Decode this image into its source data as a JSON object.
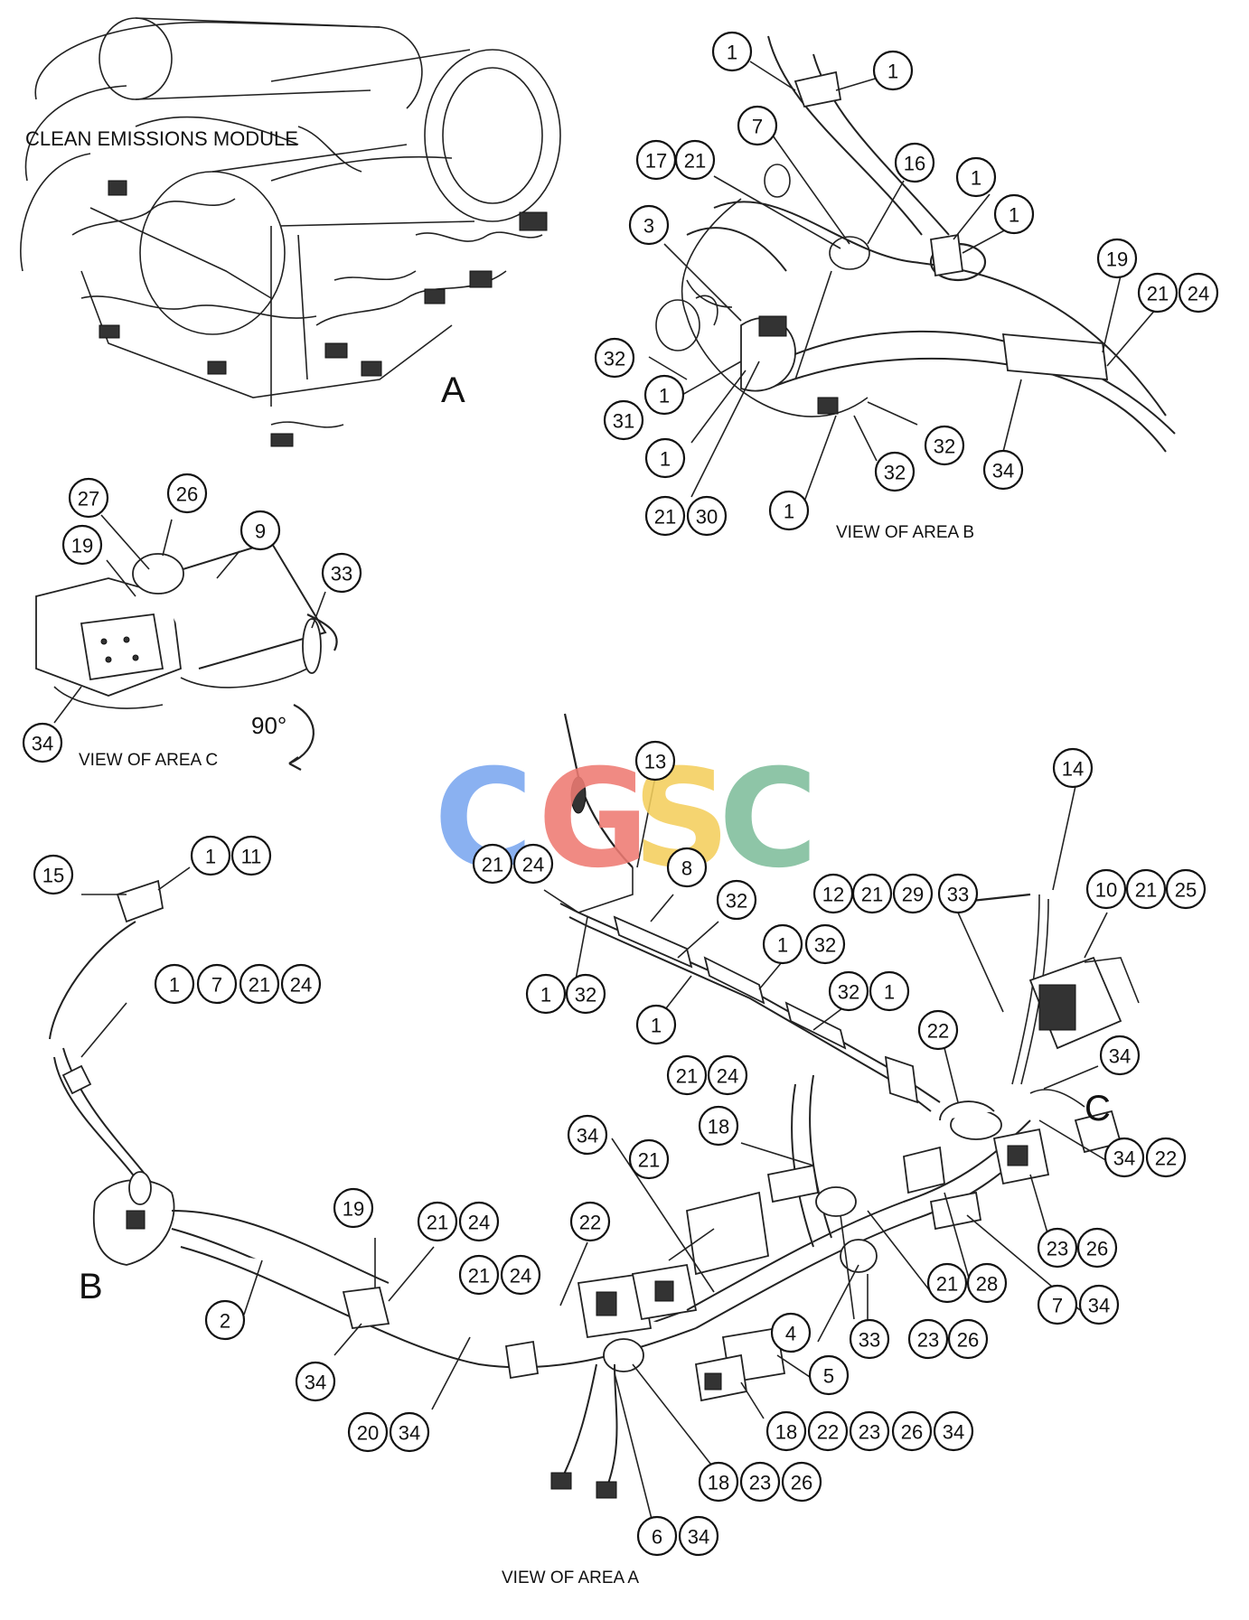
{
  "labels": {
    "module_title": "CLEAN EMISSIONS MODULE",
    "area_a_letter": "A",
    "area_b_letter": "B",
    "area_c_letter": "C",
    "view_area_a": "VIEW OF AREA  A",
    "view_area_b": "VIEW OF AREA B",
    "view_area_c": "VIEW OF AREA C",
    "rotation": "90°"
  },
  "watermark": {
    "letters": [
      "C",
      "G",
      "S",
      "C"
    ],
    "colors": [
      "#7aa7f0",
      "#ee7b73",
      "#f4cf5d",
      "#7fbe9c"
    ]
  },
  "callouts": {
    "b": [
      "1",
      "1",
      "7",
      "17",
      "21",
      "16",
      "1",
      "1",
      "3",
      "19",
      "21",
      "24",
      "32",
      "31",
      "1",
      "32",
      "32",
      "34",
      "1",
      "21",
      "30",
      "1"
    ],
    "c": [
      "27",
      "26",
      "9",
      "19",
      "33",
      "34"
    ],
    "a": [
      "13",
      "14",
      "21",
      "24",
      "8",
      "15",
      "1",
      "11",
      "12",
      "21",
      "29",
      "33",
      "10",
      "21",
      "25",
      "32",
      "1",
      "32",
      "1",
      "7",
      "21",
      "24",
      "1",
      "32",
      "1",
      "32",
      "1",
      "21",
      "24",
      "22",
      "34",
      "34",
      "18",
      "34",
      "22",
      "21",
      "23",
      "26",
      "19",
      "21",
      "24",
      "22",
      "21",
      "28",
      "7",
      "34",
      "21",
      "24",
      "2",
      "4",
      "33",
      "23",
      "26",
      "34",
      "5",
      "20",
      "34",
      "18",
      "22",
      "23",
      "26",
      "34",
      "18",
      "23",
      "26",
      "6",
      "34"
    ]
  }
}
